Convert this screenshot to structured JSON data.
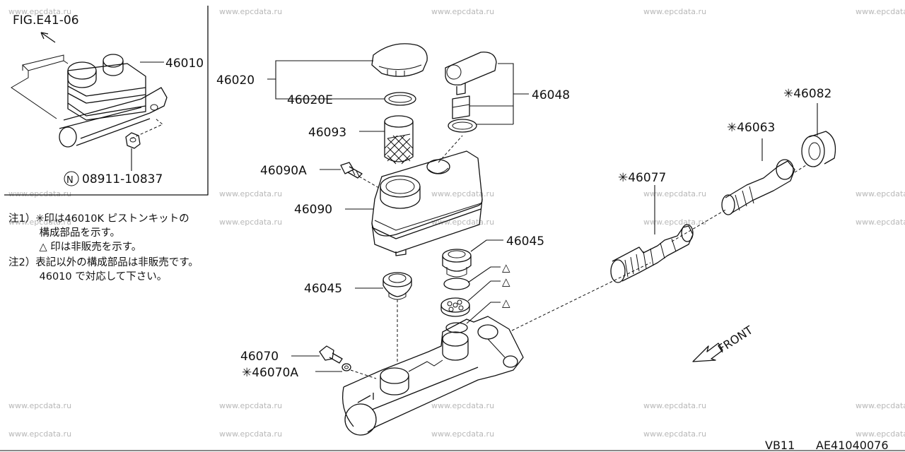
{
  "figure_ref": "FIG.E41-06",
  "inset_fastener": {
    "prefix": "N",
    "part_no": "08911-10837"
  },
  "parts": {
    "p46010": "46010",
    "p46020": "46020",
    "p46020e": "46020E",
    "p46048": "46048",
    "p46093": "46093",
    "p46090a": "46090A",
    "p46090": "46090",
    "p46045a": "46045",
    "p46045b": "46045",
    "p46070": "46070",
    "p46070a": "✳46070A",
    "p46077": "✳46077",
    "p46063": "✳46063",
    "p46082": "✳46082"
  },
  "marks": {
    "triangle": "△"
  },
  "notes": [
    "注1）✳印は46010K ピストンキットの",
    "　　　構成部品を示す。",
    "　　　△ 印は非販売を示す。",
    "注2）表記以外の構成部品は非販売です。",
    "　　　46010 で対応して下さい。"
  ],
  "direction_label": "FRONT",
  "footer": {
    "model": "VB11",
    "code": "AE41040076"
  },
  "watermark": "www.epcdata.ru"
}
